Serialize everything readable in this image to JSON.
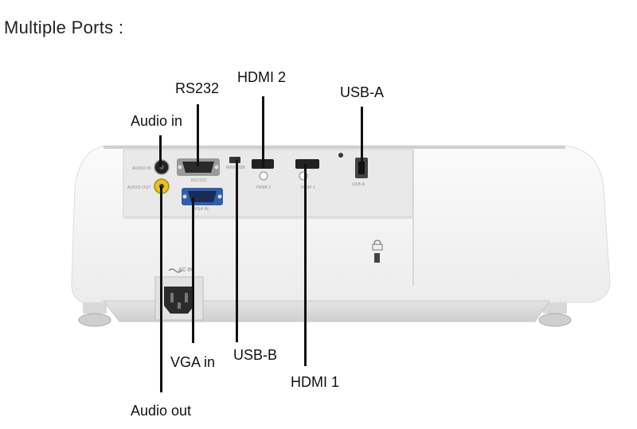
{
  "title": "Multiple Ports :",
  "callouts": {
    "audio_in": "Audio in",
    "rs232": "RS232",
    "hdmi2": "HDMI 2",
    "usb_a": "USB-A",
    "vga_in": "VGA in",
    "usb_b": "USB-B",
    "hdmi1": "HDMI 1",
    "audio_out": "Audio out"
  },
  "panel_labels": {
    "audio_in": "AUDIO IN",
    "audio_out": "AUDIO OUT",
    "rs232c": "RS232C",
    "vga_in": "VGA IN",
    "mini_usb": "MINI USB",
    "hdmi2": "HDMI 2",
    "hdmi1": "HDMI 1",
    "usb_a": "USB-A",
    "ac_in": "AC IN"
  },
  "colors": {
    "body": "#f4f4f4",
    "panel": "#e9e9ea",
    "vga_blue": "#2d5fb0",
    "audio_out_yellow": "#e6c21c",
    "leader": "#111111"
  },
  "icons": [
    "lock-icon",
    "ac-wave-icon"
  ]
}
